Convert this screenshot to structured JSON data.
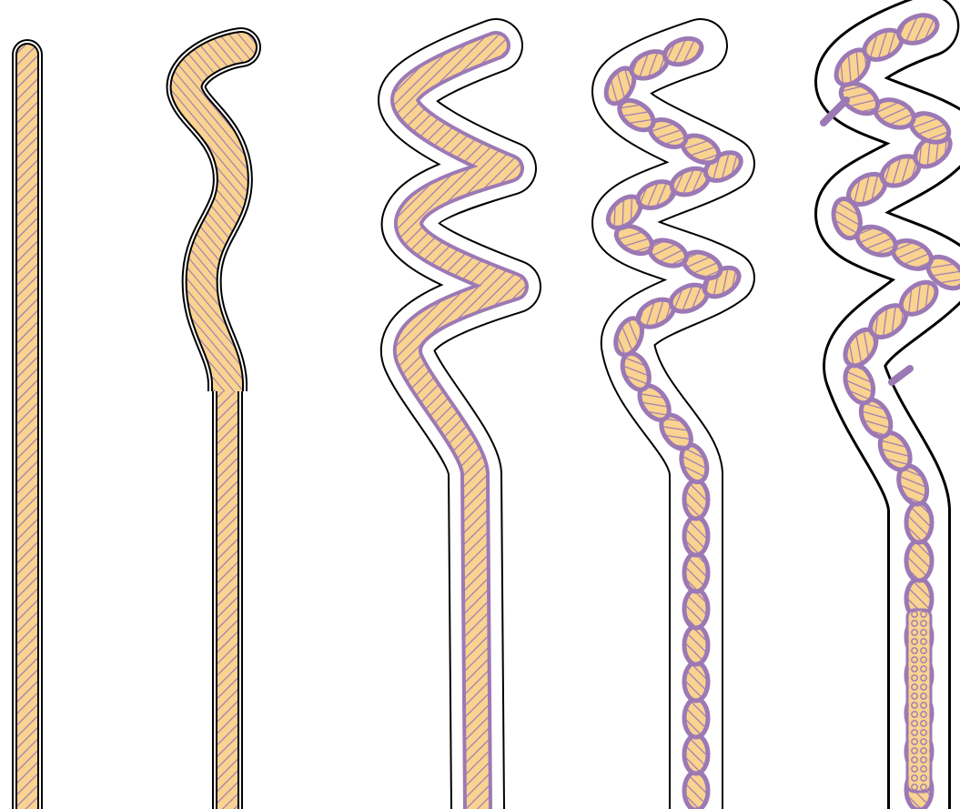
{
  "figure": {
    "description_visible_text": "",
    "stage_count": 5
  },
  "colors": {
    "fill": "#F9D38F",
    "hatch": "#9C79B5",
    "outline": "#000000",
    "background": "#FFFFFF"
  },
  "stages": [
    {
      "id": "stage-1",
      "form": "straight-rod"
    },
    {
      "id": "stage-2",
      "form": "bent-rod"
    },
    {
      "id": "stage-3",
      "form": "coiled-rod"
    },
    {
      "id": "stage-4",
      "form": "segmented-coil"
    },
    {
      "id": "stage-5",
      "form": "fragmenting-coil"
    }
  ]
}
